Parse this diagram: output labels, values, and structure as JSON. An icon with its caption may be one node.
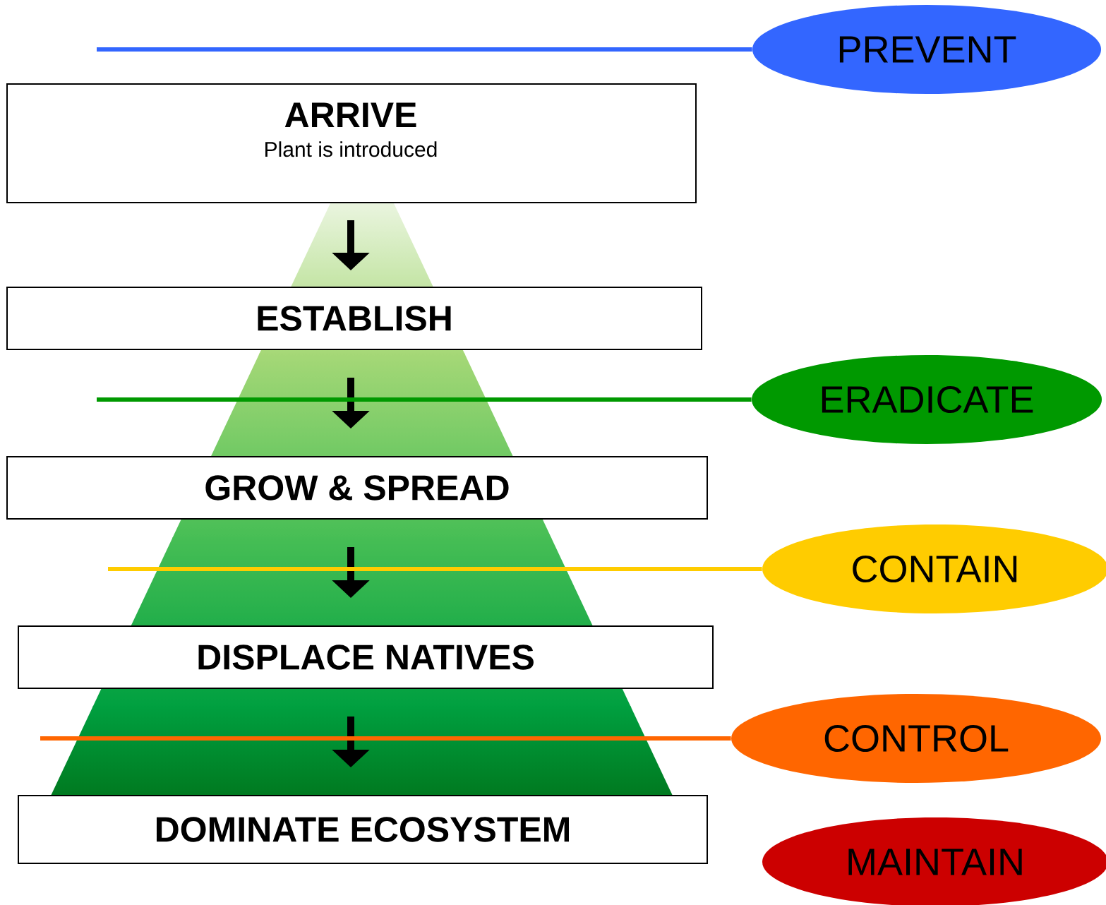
{
  "diagram": {
    "nodes": [
      {
        "text": [
          "ARRIVE",
          "Plant is introduced"
        ]
      },
      {
        "text": [
          "ESTABLISH"
        ]
      },
      {
        "text": [
          "GROW & SPREAD"
        ]
      },
      {
        "text": [
          "DISPLACE NATIVES"
        ]
      },
      {
        "text": [
          "DOMINATE ECOSYSTEM"
        ]
      },
      {
        "text": [
          "PREVENT"
        ]
      },
      {
        "text": [
          "ERADICATE"
        ]
      },
      {
        "text": [
          "CONTAIN"
        ]
      },
      {
        "text": [
          "CONTROL"
        ]
      },
      {
        "text": [
          "MAINTAIN"
        ]
      }
    ],
    "edges": [
      {
        "from": 0,
        "to": 1,
        "arrow": "to"
      },
      {
        "from": 1,
        "to": 2,
        "arrow": "to"
      },
      {
        "from": 2,
        "to": 3,
        "arrow": "to"
      },
      {
        "from": 3,
        "to": 4,
        "arrow": "to"
      },
      {
        "from": 5,
        "to": null,
        "arrow": "none",
        "color": "#3366ff"
      },
      {
        "from": 6,
        "to": null,
        "arrow": "none",
        "color": "#009900"
      },
      {
        "from": 7,
        "to": null,
        "arrow": "none",
        "color": "#ffcc00"
      },
      {
        "from": 8,
        "to": null,
        "arrow": "none",
        "color": "#ff6600"
      }
    ]
  }
}
